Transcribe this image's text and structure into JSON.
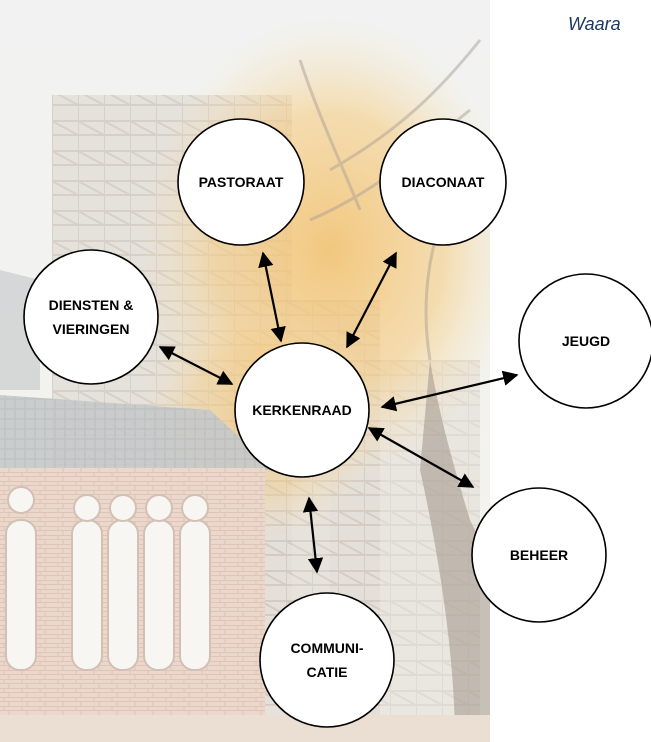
{
  "header_fragment": "Waara",
  "center_node": {
    "id": "kerkenraad",
    "lines": [
      "KERKENRAAD"
    ]
  },
  "nodes": [
    {
      "id": "pastoraat",
      "lines": [
        "PASTORAAT"
      ]
    },
    {
      "id": "diaconaat",
      "lines": [
        "DIACONAAT"
      ]
    },
    {
      "id": "diensten-vieringen",
      "lines": [
        "DIENSTEN &",
        "VIERINGEN"
      ]
    },
    {
      "id": "jeugd",
      "lines": [
        "JEUGD"
      ]
    },
    {
      "id": "beheer",
      "lines": [
        "BEHEER"
      ]
    },
    {
      "id": "communicatie",
      "lines": [
        "COMMUNI-",
        "CATIE"
      ]
    }
  ],
  "edges": [
    {
      "from": "kerkenraad",
      "to": "pastoraat",
      "arrows": "both"
    },
    {
      "from": "kerkenraad",
      "to": "diaconaat",
      "arrows": "both"
    },
    {
      "from": "kerkenraad",
      "to": "diensten-vieringen",
      "arrows": "both"
    },
    {
      "from": "kerkenraad",
      "to": "jeugd",
      "arrows": "both"
    },
    {
      "from": "kerkenraad",
      "to": "beheer",
      "arrows": "both"
    },
    {
      "from": "kerkenraad",
      "to": "communicatie",
      "arrows": "both"
    }
  ],
  "colors": {
    "node_fill": "#ffffff",
    "node_stroke": "#000000",
    "arrow": "#000000",
    "header_text": "#1f3864"
  }
}
